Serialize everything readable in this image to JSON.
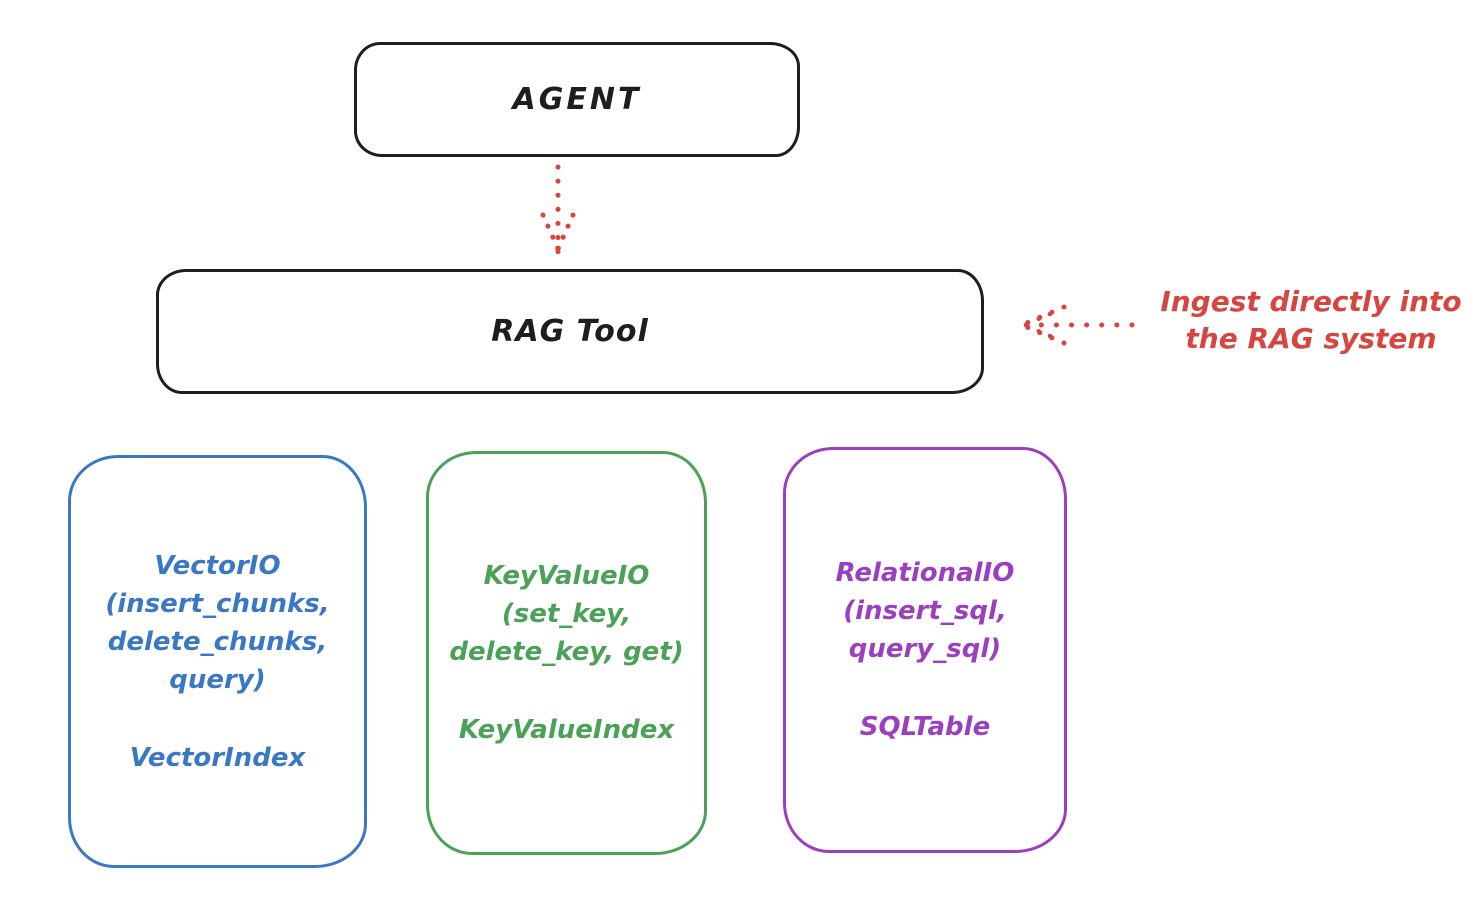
{
  "diagram": {
    "agent_box": {
      "label": "AGENT"
    },
    "rag_tool_box": {
      "label": "RAG Tool"
    },
    "annotation": {
      "text": "Ingest directly into\nthe RAG system"
    },
    "io_boxes": [
      {
        "name": "VectorIO",
        "title": "VectorIO\n(insert_chunks,\ndelete_chunks,\nquery)",
        "index_label": "VectorIndex",
        "color": "#3b78c4"
      },
      {
        "name": "KeyValueIO",
        "title": "KeyValueIO\n(set_key,\ndelete_key, get)",
        "index_label": "KeyValueIndex",
        "color": "#4aa157"
      },
      {
        "name": "RelationalIO",
        "title": "RelationalIO\n(insert_sql,\nquery_sql)",
        "index_label": "SQLTable",
        "color": "#9b3fc0"
      }
    ],
    "colors": {
      "stroke_black": "#1e1e1e",
      "annotation_red": "#d6453f",
      "vector_blue": "#3b78c4",
      "keyvalue_green": "#4aa157",
      "relational_purple": "#9b3fc0"
    }
  }
}
